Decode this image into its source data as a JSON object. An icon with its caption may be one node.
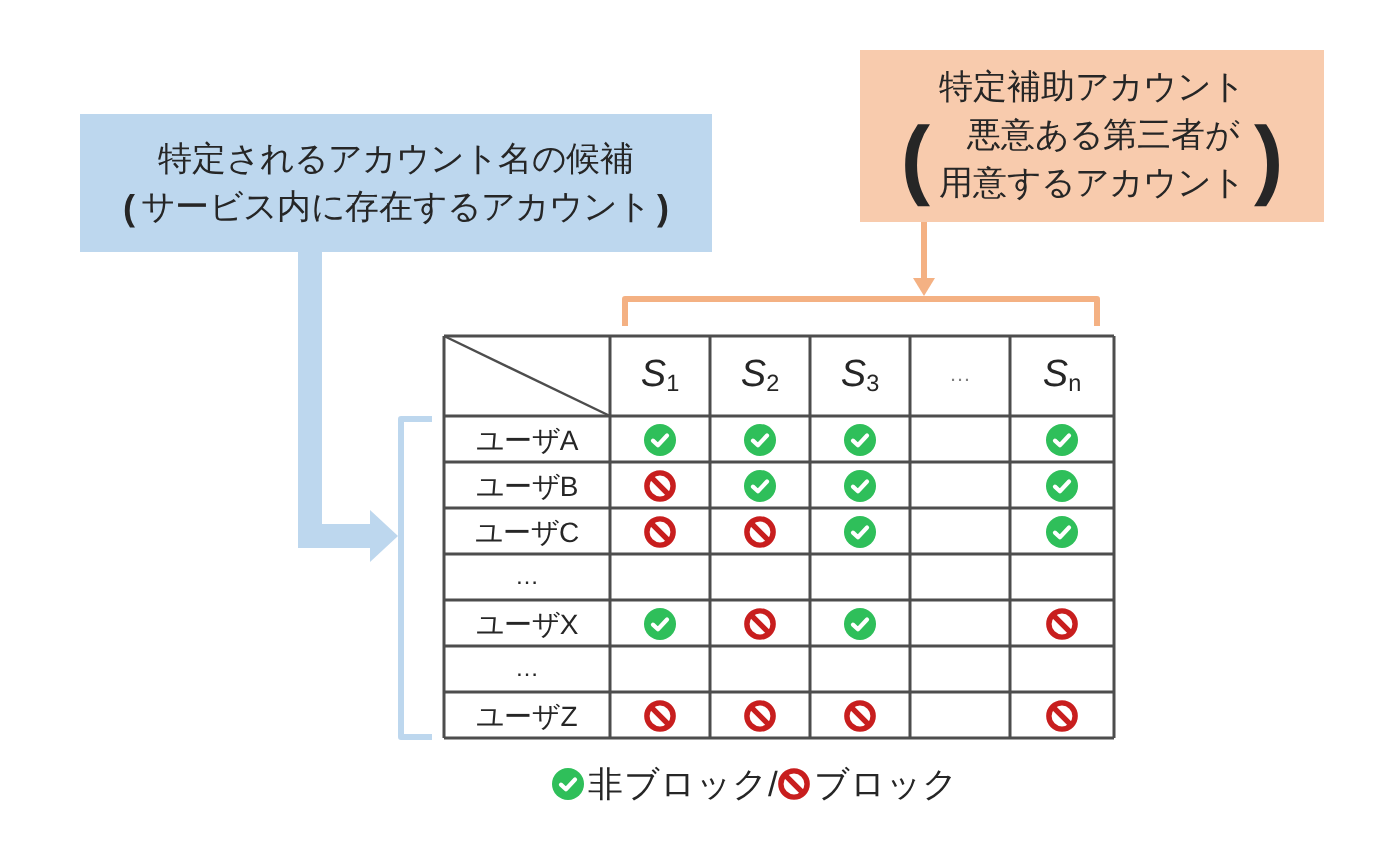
{
  "diagram": {
    "nodes": [
      {
        "text": [
          "特定されるアカウント名の候補",
          "**(**サービス内に存在するアカウント**)**"
        ]
      },
      {
        "text": [
          "特定補助アカウント",
          "**(**悪意ある第三者が用意するアカウント**)**"
        ]
      },
      {
        "text": [],
        "shape": "bracket"
      },
      {
        "text": [],
        "shape": "bracket"
      },
      {
        "text": [],
        "shape": "tick"
      },
      {
        "text": [],
        "shape": "tick"
      },
      {
        "text": [],
        "shape": "tick"
      },
      {
        "text": [],
        "shape": "tick"
      },
      {
        "text": [],
        "shape": "prohibition"
      },
      {
        "text": [],
        "shape": "tick"
      },
      {
        "text": [],
        "shape": "tick"
      },
      {
        "text": [],
        "shape": "tick"
      },
      {
        "text": [],
        "shape": "prohibition"
      },
      {
        "text": [],
        "shape": "prohibition"
      },
      {
        "text": [],
        "shape": "tick"
      },
      {
        "text": [],
        "shape": "tick"
      },
      {
        "text": [],
        "shape": "tick"
      },
      {
        "text": [],
        "shape": "prohibition"
      },
      {
        "text": [],
        "shape": "tick"
      },
      {
        "text": [],
        "shape": "prohibition"
      },
      {
        "text": [],
        "shape": "prohibition"
      },
      {
        "text": [],
        "shape": "prohibition"
      },
      {
        "text": [],
        "shape": "prohibition"
      },
      {
        "text": [],
        "shape": "prohibition"
      }
    ],
    "edges": [
      {
        "from": 0,
        "to": 3,
        "arrow": "to",
        "style": "thick",
        "color": "#bdd7ee"
      },
      {
        "from": 1,
        "to": 2,
        "arrow": "to",
        "color": "#f4b183"
      }
    ],
    "labels": [
      "*S*$_{1}$",
      "*S*$_{2}$",
      "*S*$_{3}$",
      "…",
      "*S*$_{n}$",
      "ユーザA",
      "ユーザB",
      "ユーザC",
      "…",
      "ユーザX",
      "…",
      "ユーザZ"
    ],
    "legend": [
      {
        "text": "非ブロック/"
      },
      {
        "text": "ブロック"
      }
    ]
  }
}
